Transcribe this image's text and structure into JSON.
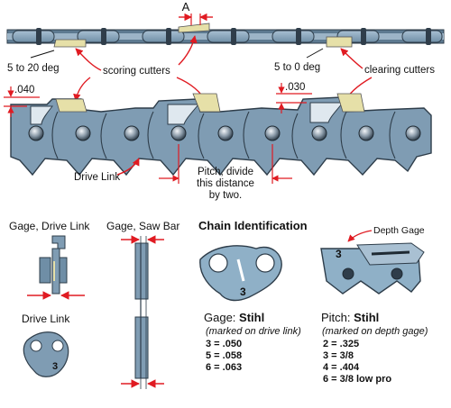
{
  "labels": {
    "dimension_a": "A",
    "angle_left": "5 to 20 deg",
    "scoring_cutters": "scoring cutters",
    "angle_right": "5 to 0 deg",
    "clearing_cutters": "clearing cutters",
    "depth_left": ".040",
    "depth_right": ".030",
    "drive_link_main": "Drive Link",
    "pitch_line1": "Pitch, divide",
    "pitch_line2": "this distance",
    "pitch_line3": "by two."
  },
  "panels": {
    "gage_drive_link": "Gage, Drive Link",
    "gage_saw_bar": "Gage, Saw Bar",
    "drive_link_small": "Drive Link",
    "drive_link_number": "3"
  },
  "identification": {
    "title": "Chain Identification",
    "depth_gage_label": "Depth Gage",
    "cutter_number": "3",
    "link_number": "3",
    "gage": {
      "heading_prefix": "Gage: ",
      "brand": "Stihl",
      "note": "(marked on drive link)",
      "rows": [
        "3 = .050",
        "5 = .058",
        "6 = .063"
      ]
    },
    "pitch": {
      "heading_prefix": "Pitch: ",
      "brand": "Stihl",
      "note": "(marked on depth gage)",
      "rows": [
        "2 = .325",
        "3 = 3/8",
        "4 = .404",
        "6 = 3/8 low pro"
      ]
    }
  },
  "colors": {
    "metal": "#7f9cb3",
    "metal_dark": "#4f6d84",
    "cutter_gold": "#e6e0a8",
    "arrow_red": "#e01b22",
    "rivet": "#3b4c5c",
    "text": "#111111"
  }
}
